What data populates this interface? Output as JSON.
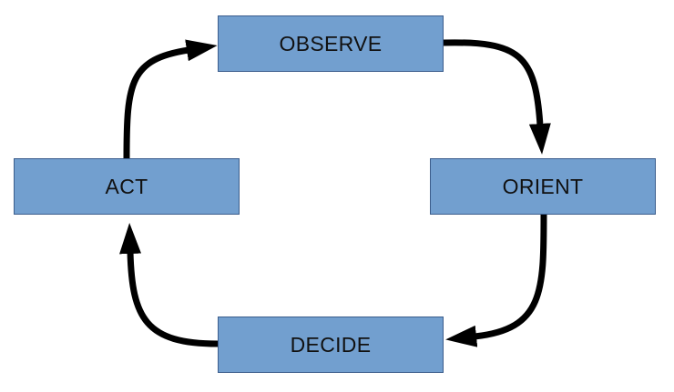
{
  "diagram": {
    "nodes": [
      {
        "id": "observe",
        "label": "OBSERVE"
      },
      {
        "id": "orient",
        "label": "ORIENT"
      },
      {
        "id": "decide",
        "label": "DECIDE"
      },
      {
        "id": "act",
        "label": "ACT"
      }
    ],
    "edges": [
      {
        "from": "observe",
        "to": "orient"
      },
      {
        "from": "orient",
        "to": "decide"
      },
      {
        "from": "decide",
        "to": "act"
      },
      {
        "from": "act",
        "to": "observe"
      }
    ],
    "colors": {
      "node_fill": "#729fcf",
      "node_border": "#3b5d8c",
      "arrow": "#000000",
      "text": "#111111"
    }
  }
}
